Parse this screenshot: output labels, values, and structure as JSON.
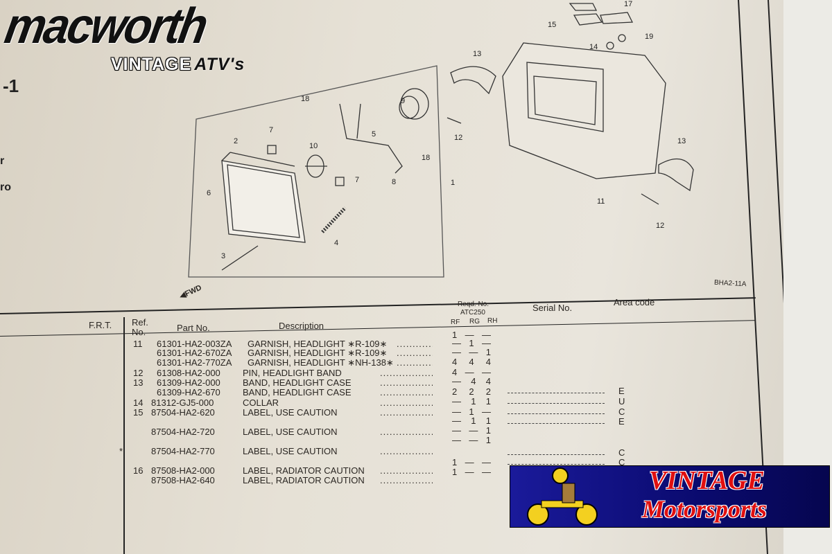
{
  "logo": {
    "main": "macworth",
    "sub": "VINTAGE",
    "sub_accent": "ATV's"
  },
  "left_fragments": [
    "-1",
    "r",
    "ro"
  ],
  "diagram": {
    "code": "BHA2-11A",
    "fwd_label": "FWD",
    "callouts": [
      "1",
      "2",
      "3",
      "4",
      "5",
      "6",
      "7",
      "7",
      "8",
      "9",
      "10",
      "11",
      "12",
      "12",
      "13",
      "13",
      "14",
      "15",
      "17",
      "18",
      "18",
      "19"
    ]
  },
  "table": {
    "headers": {
      "frt": "F.R.T.",
      "ref": "Ref.",
      "ref2": "No.",
      "part": "Part No.",
      "desc": "Description",
      "reqd": "Reqd. No.",
      "model": "ATC250",
      "cols": [
        "RF",
        "RG",
        "RH"
      ],
      "serial": "Serial No.",
      "area": "Area code"
    },
    "rows": [
      {
        "mark": "",
        "ref": "11",
        "part": "61301-HA2-003ZA",
        "desc": "GARNISH, HEADLIGHT ∗R-109∗"
      },
      {
        "mark": "",
        "ref": "",
        "part": "61301-HA2-670ZA",
        "desc": "GARNISH, HEADLIGHT ∗R-109∗"
      },
      {
        "mark": "",
        "ref": "",
        "part": "61301-HA2-770ZA",
        "desc": "GARNISH, HEADLIGHT ∗NH-138∗"
      },
      {
        "mark": "",
        "ref": "12",
        "part": "61308-HA2-000",
        "desc": "PIN, HEADLIGHT BAND"
      },
      {
        "mark": "",
        "ref": "13",
        "part": "61309-HA2-000",
        "desc": "BAND, HEADLIGHT CASE"
      },
      {
        "mark": "",
        "ref": "",
        "part": "61309-HA2-670",
        "desc": "BAND, HEADLIGHT CASE"
      },
      {
        "mark": "",
        "ref": "14",
        "part": "81312-GJ5-000",
        "desc": "COLLAR"
      },
      {
        "mark": "",
        "ref": "15",
        "part": "87504-HA2-620",
        "desc": "LABEL, USE CAUTION"
      },
      {
        "mark": "",
        "ref": "",
        "part": "87504-HA2-720",
        "desc": "LABEL, USE CAUTION"
      },
      {
        "mark": "*",
        "ref": "",
        "part": "87504-HA2-770",
        "desc": "LABEL, USE CAUTION"
      },
      {
        "mark": "",
        "ref": "16",
        "part": "87508-HA2-000",
        "desc": "LABEL, RADIATOR CAUTION"
      },
      {
        "mark": "",
        "ref": "",
        "part": "87508-HA2-640",
        "desc": "LABEL, RADIATOR CAUTION"
      }
    ],
    "quantities": [
      [
        "1",
        "—",
        "—"
      ],
      [
        "—",
        "1",
        "—"
      ],
      [
        "—",
        "—",
        "1"
      ],
      [
        "4",
        "4",
        "4"
      ],
      [
        "4",
        "—",
        "—"
      ],
      [
        "—",
        "4",
        "4"
      ],
      [
        "2",
        "2",
        "2"
      ],
      [
        "—",
        "1",
        "1"
      ],
      [
        "—",
        "1",
        "—"
      ],
      [
        "—",
        "1",
        "1"
      ],
      [
        "—",
        "—",
        "1"
      ],
      [
        "—",
        "—",
        "1"
      ],
      [
        "1",
        "—",
        "—"
      ],
      [
        "1",
        "—",
        "—"
      ]
    ],
    "area_codes": [
      "E",
      "U",
      "C",
      "E",
      "C",
      "C"
    ]
  },
  "banner": {
    "line1": "VINTAGE",
    "line2": "Motorsports"
  },
  "colors": {
    "banner_bg": "#0a0a6e",
    "banner_text": "#e01010",
    "paper": "#e6e1d6"
  }
}
